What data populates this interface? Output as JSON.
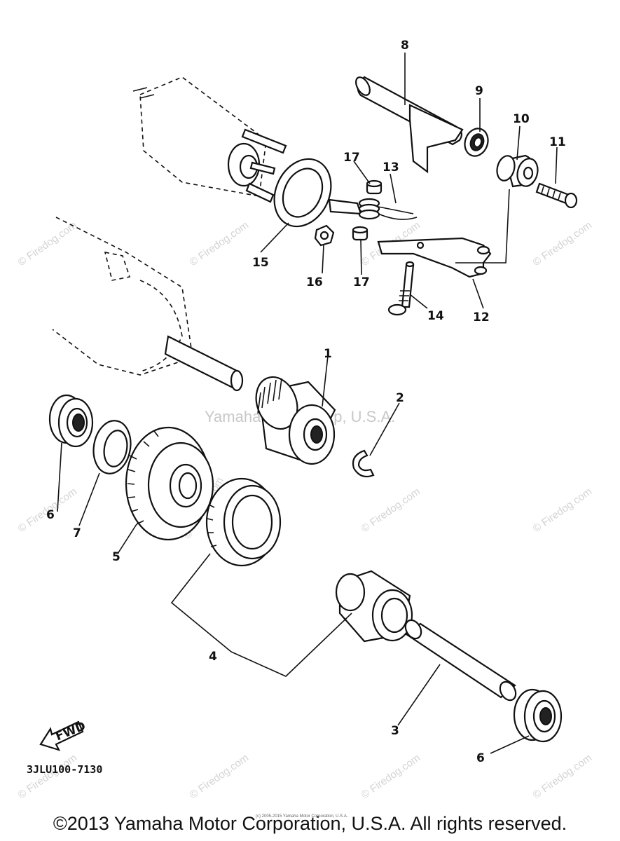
{
  "watermarks": {
    "site": "© Firedog.com",
    "center": "Yamaha Motor Corp, U.S.A.",
    "small_center": "(c) 2005-2015 Yamaha Motor Corporation, U.S.A."
  },
  "callouts": [
    "1",
    "2",
    "3",
    "4",
    "5",
    "6",
    "7",
    "8",
    "9",
    "10",
    "11",
    "12",
    "13",
    "14",
    "15",
    "16",
    "17"
  ],
  "fwd_label": "FWD",
  "reference_code": "3JLU100-7130",
  "footer": "©2013 Yamaha Motor Corporation, U.S.A. All rights reserved."
}
